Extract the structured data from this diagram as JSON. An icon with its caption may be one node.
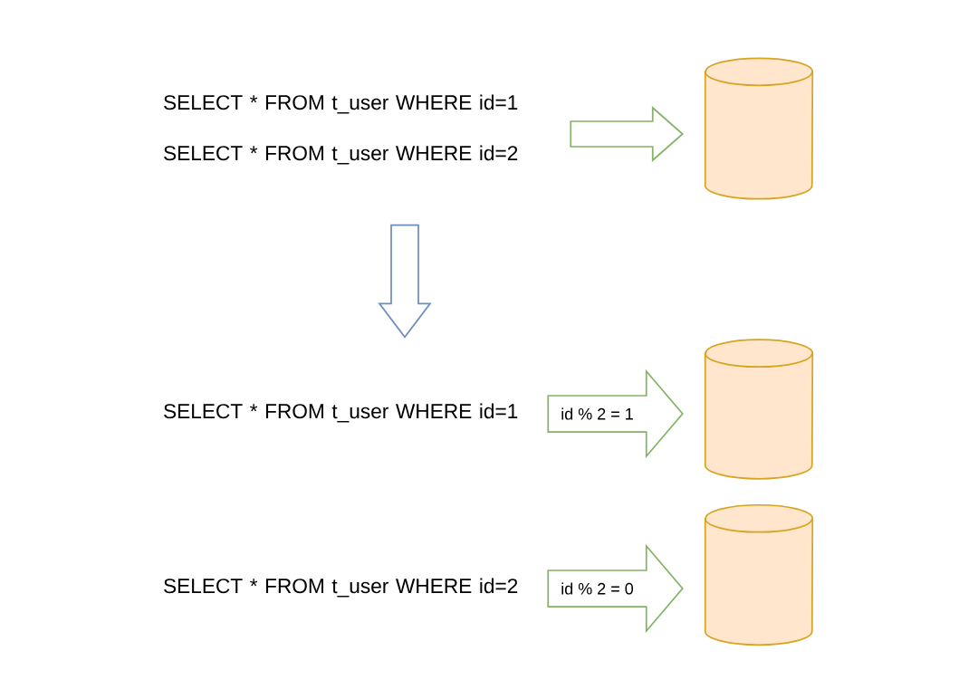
{
  "diagram": {
    "nodes": [
      {
        "text": [
          "SELECT * FROM t_user WHERE id=1",
          "SELECT * FROM t_user WHERE id=2"
        ]
      },
      {
        "text": [],
        "shape": "cylinder"
      },
      {
        "text": [
          "SELECT * FROM t_user WHERE id=1"
        ]
      },
      {
        "text": [],
        "shape": "cylinder"
      },
      {
        "text": [
          "SELECT * FROM t_user WHERE id=2"
        ]
      },
      {
        "text": [],
        "shape": "cylinder"
      }
    ],
    "edges": [
      {
        "from": 0,
        "to": 1,
        "arrow": "to"
      },
      {
        "from": 0,
        "to": 2,
        "arrow": "to",
        "color": "#6c8ebf"
      },
      {
        "from": 2,
        "to": 3,
        "arrow": "to",
        "label": "id % 2 = 1"
      },
      {
        "from": 4,
        "to": 5,
        "arrow": "to",
        "label": "id % 2 = 0"
      }
    ]
  }
}
